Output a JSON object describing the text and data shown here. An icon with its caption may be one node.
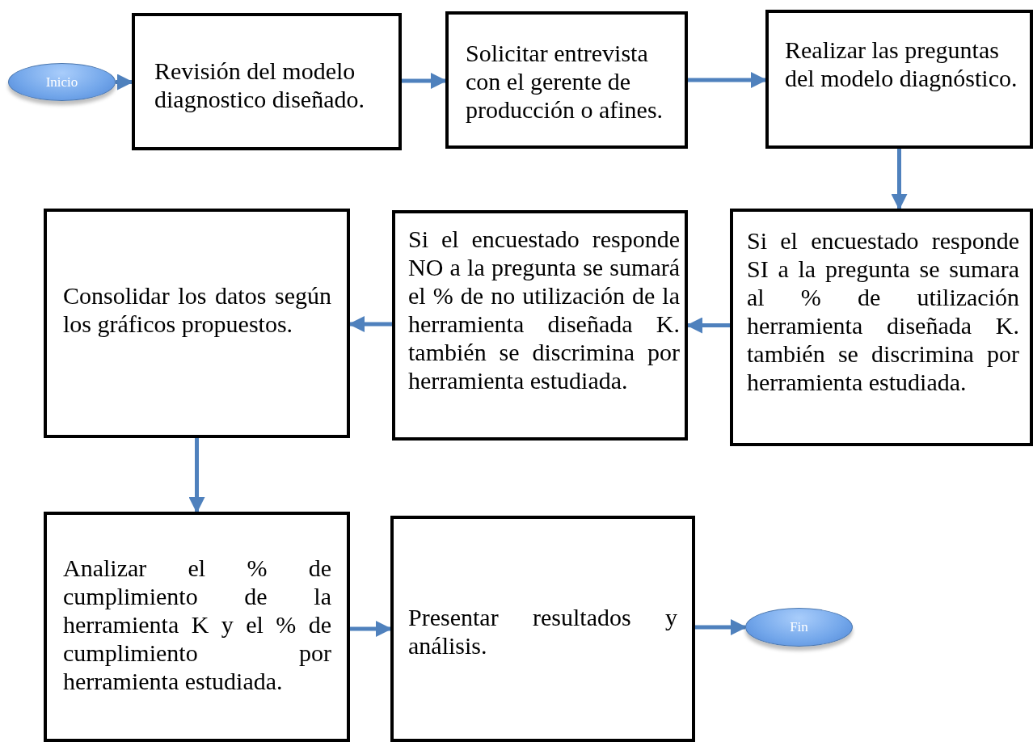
{
  "diagram": {
    "nodes": [
      {
        "text": [
          "Inicio"
        ]
      },
      {
        "text": [
          "Revisión del modelo diagnostico diseñado."
        ]
      },
      {
        "text": [
          "Solicitar entrevista con el gerente de producción o afines."
        ]
      },
      {
        "text": [
          "Realizar las preguntas del modelo diagnóstico."
        ]
      },
      {
        "text": [
          "Si el encuestado responde SI a la pregunta se sumara al % de utilización herramienta diseñada K. también se discrimina por herramienta estudiada."
        ]
      },
      {
        "text": [
          "Si el encuestado responde NO a la pregunta se sumará el % de no utilización de la herramienta diseñada K. también se discrimina por herramienta estudiada."
        ]
      },
      {
        "text": [
          "Consolidar los datos según los gráficos propuestos."
        ]
      },
      {
        "text": [
          "Analizar el % de cumplimiento de la herramienta K y el % de cumplimiento por herramienta estudiada."
        ]
      },
      {
        "text": [
          "Presentar resultados y análisis."
        ]
      },
      {
        "text": [
          "Fin"
        ]
      }
    ],
    "edges": [
      {
        "from": 0,
        "to": 1,
        "arrow": "to"
      },
      {
        "from": 1,
        "to": 2,
        "arrow": "to"
      },
      {
        "from": 2,
        "to": 3,
        "arrow": "to"
      },
      {
        "from": 3,
        "to": 4,
        "arrow": "to"
      },
      {
        "from": 4,
        "to": 5,
        "arrow": "to"
      },
      {
        "from": 5,
        "to": 6,
        "arrow": "to"
      },
      {
        "from": 6,
        "to": 7,
        "arrow": "to"
      },
      {
        "from": 7,
        "to": 8,
        "arrow": "to"
      },
      {
        "from": 8,
        "to": 9,
        "arrow": "to"
      }
    ]
  }
}
